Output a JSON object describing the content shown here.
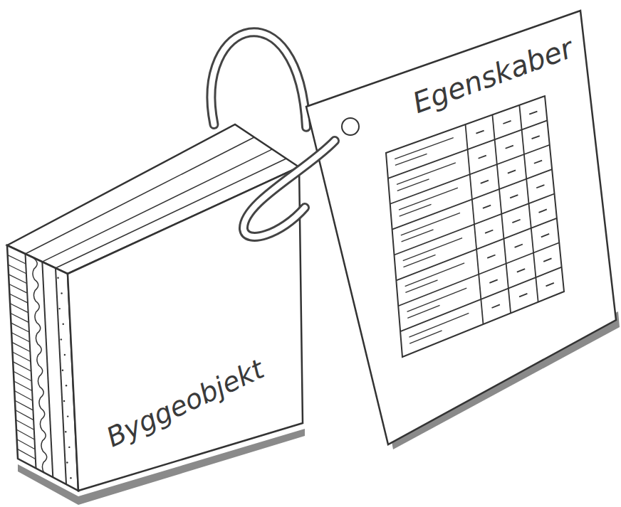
{
  "diagram": {
    "nodes": [
      {
        "text": [
          "Byggeobjekt"
        ]
      },
      {
        "text": [
          "Egenskaber"
        ]
      }
    ],
    "edges": [
      {
        "from": 0,
        "to": 1,
        "arrow": "none"
      }
    ]
  }
}
